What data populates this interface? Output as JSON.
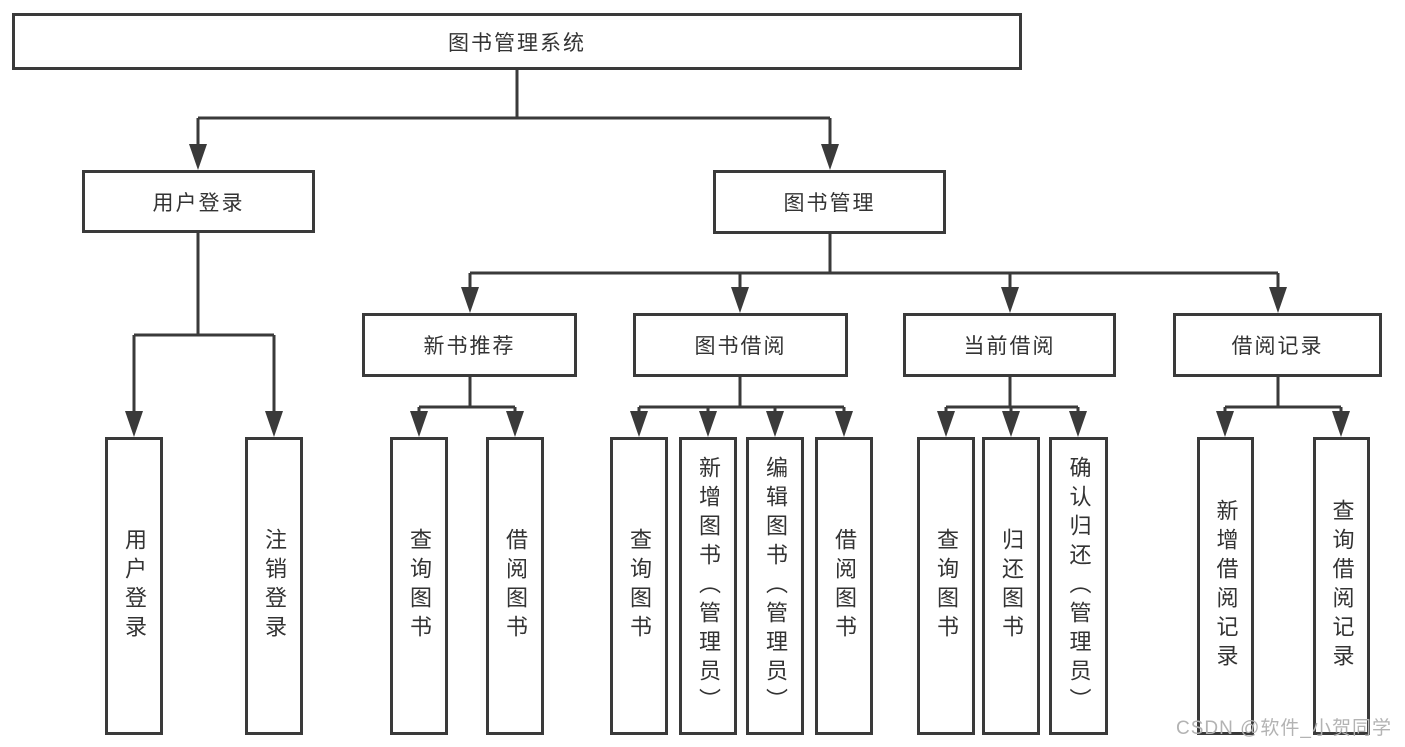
{
  "tree": {
    "root": "图书管理系统",
    "user_login": {
      "label": "用户登录",
      "children": [
        "用户登录",
        "注销登录"
      ]
    },
    "book_mgmt": {
      "label": "图书管理",
      "sections": [
        {
          "label": "新书推荐",
          "children": [
            "查询图书",
            "借阅图书"
          ]
        },
        {
          "label": "图书借阅",
          "children": [
            "查询图书",
            "新增图书（管理员）",
            "编辑图书（管理员）",
            "借阅图书"
          ]
        },
        {
          "label": "当前借阅",
          "children": [
            "查询图书",
            "归还图书",
            "确认归还（管理员）"
          ]
        },
        {
          "label": "借阅记录",
          "children": [
            "新增借阅记录",
            "查询借阅记录"
          ]
        }
      ]
    }
  },
  "watermark": "CSDN @软件_小贺同学",
  "colors": {
    "line": "#3a3a3a",
    "text": "#333333",
    "watermark": "#b3b3b3",
    "background": "#ffffff"
  }
}
